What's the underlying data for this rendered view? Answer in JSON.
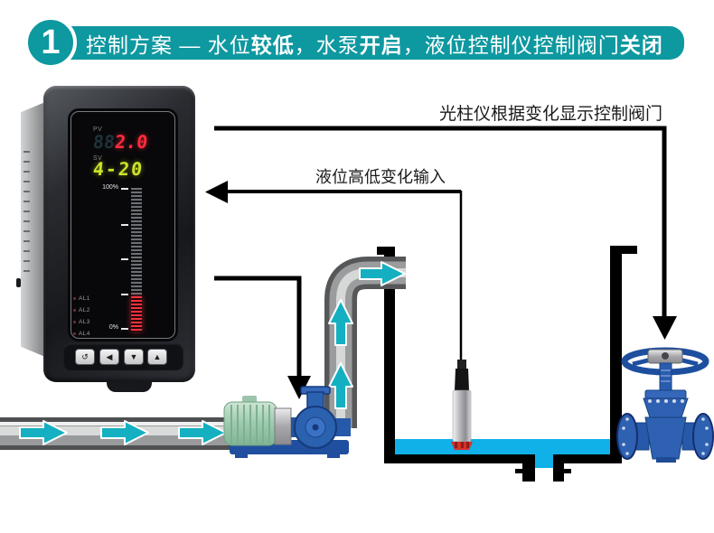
{
  "banner": {
    "number": "1",
    "segments": [
      {
        "text": "控制方案 — 水位"
      },
      {
        "text": "较低"
      },
      {
        "text": "，水泵"
      },
      {
        "text": "开启"
      },
      {
        "text": "，液位控制仪控制阀门"
      },
      {
        "text": "关闭"
      }
    ]
  },
  "annotations": {
    "valve_line": "光柱仪根据变化显示控制阀门",
    "level_line": "液位高低变化输入"
  },
  "instrument": {
    "pv_label": "PV",
    "pv_ghost": "88",
    "pv_value": "2.0",
    "sv_label": "SV",
    "sv_value": "4-20",
    "scale_max": "100%",
    "scale_min": "0%",
    "alarms": [
      "AL1",
      "AL2",
      "AL3",
      "AL4"
    ],
    "buttons": [
      {
        "name": "cycle",
        "glyph": "↺"
      },
      {
        "name": "left",
        "glyph": "◀"
      },
      {
        "name": "down",
        "glyph": "▼"
      },
      {
        "name": "up",
        "glyph": "▲"
      }
    ]
  },
  "colors": {
    "banner_teal": "#0e98a0",
    "flow_arrow_cyan": "#14b0c2",
    "water_blue": "#10b0e8",
    "pv_red": "#ff2d3c",
    "sv_green": "#cde32a",
    "bar_red": "#f4323e",
    "signal_line_black": "#000000",
    "pump_blue": "#2b62b0",
    "motor_green": "#9ccaae",
    "valve_blue": "#2e61b2"
  }
}
